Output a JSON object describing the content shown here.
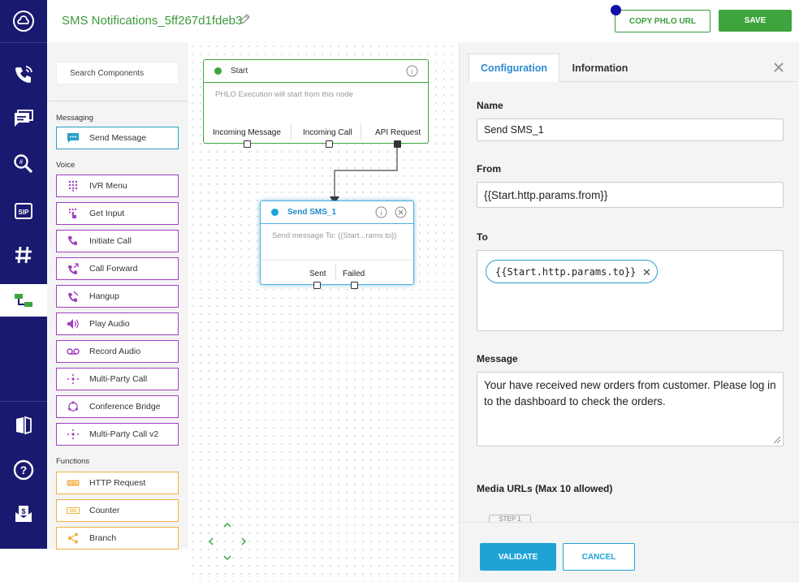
{
  "header": {
    "title": "SMS Notifications_5ff267d1fdeb3",
    "copy_label": "COPY PHLO URL",
    "save_label": "SAVE"
  },
  "nav": {
    "items": [
      "cloud-logo-icon",
      "voice-call-icon",
      "messaging-icon",
      "search-numbers-icon",
      "sip-icon",
      "hash-icon",
      "phlo-icon",
      "docs-icon",
      "help-icon",
      "billing-icon"
    ],
    "active": "phlo-icon"
  },
  "palette": {
    "search_placeholder": "Search Components",
    "groups": {
      "messaging": "Messaging",
      "voice": "Voice",
      "functions": "Functions"
    },
    "messaging_items": [
      "Send Message"
    ],
    "voice_items": [
      "IVR Menu",
      "Get Input",
      "Initiate Call",
      "Call Forward",
      "Hangup",
      "Play Audio",
      "Record Audio",
      "Multi-Party Call",
      "Conference Bridge",
      "Multi-Party Call v2"
    ],
    "function_items": [
      "HTTP Request",
      "Counter",
      "Branch"
    ]
  },
  "canvas": {
    "start_node": {
      "title": "Start",
      "description": "PHLO Execution will start from this node",
      "ports": [
        "Incoming Message",
        "Incoming Call",
        "API Request"
      ]
    },
    "sms_node": {
      "title": "Send SMS_1",
      "description": "Send message To: {{Start...rams.to}}",
      "ports": [
        "Sent",
        "Failed"
      ]
    }
  },
  "config": {
    "tabs": [
      "Configuration",
      "Information"
    ],
    "active_tab": "Configuration",
    "name_label": "Name",
    "name_value": "Send SMS_1",
    "from_label": "From",
    "from_value": "{{Start.http.params.from}}",
    "to_label": "To",
    "to_chip": "{{Start.http.params.to}}",
    "message_label": "Message",
    "message_value": "Your have received new orders from customer. Please log in to the dashboard to check the orders.",
    "media_label": "Media URLs (Max 10 allowed)",
    "step_tag": "STEP 1",
    "validate_label": "VALIDATE",
    "cancel_label": "CANCEL"
  },
  "colors": {
    "nav_bg": "#1a1970",
    "green": "#3ea53e",
    "blue": "#1fa3d6",
    "voice_purple": "#a040c0",
    "function_orange": "#f0b040"
  }
}
